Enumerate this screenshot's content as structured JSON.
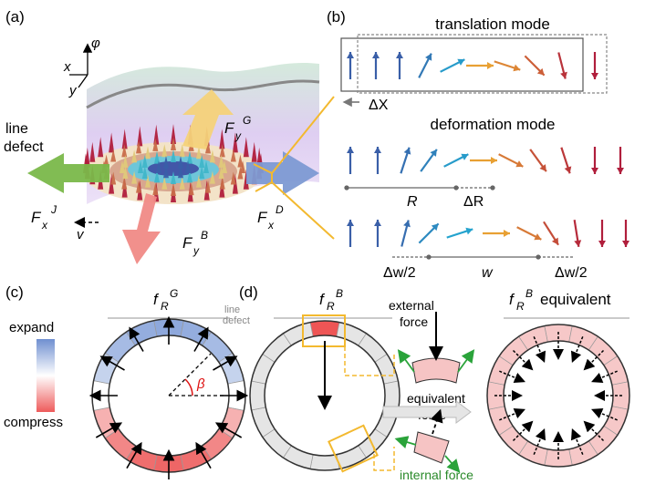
{
  "panel_a": {
    "label": "(a)",
    "axis_phi": "φ",
    "axis_x": "x",
    "axis_y": "y",
    "line_defect_1": "line",
    "line_defect_2": "defect",
    "force_G": "F",
    "force_G_sub": "y",
    "force_G_sup": "G",
    "force_J": "F",
    "force_J_sub": "x",
    "force_J_sup": "J",
    "force_D": "F",
    "force_D_sub": "x",
    "force_D_sup": "D",
    "force_B": "F",
    "force_B_sub": "y",
    "force_B_sup": "B",
    "velocity": "v"
  },
  "panel_b": {
    "label": "(b)",
    "translation_title": "translation mode",
    "delta_x": "ΔX",
    "deformation_title": "deformation mode",
    "r_label": "R",
    "delta_r": "ΔR",
    "half_dw_left": "Δw/2",
    "w_label": "w",
    "half_dw_right": "Δw/2"
  },
  "panel_c": {
    "label": "(c)",
    "title": "f",
    "title_sub": "R",
    "title_sup": "G",
    "line_defect_1": "line",
    "line_defect_2": "defect",
    "beta": "β",
    "colorbar_top": "expand",
    "colorbar_bottom": "compress"
  },
  "panel_d": {
    "label": "(d)",
    "title": "f",
    "title_sub": "R",
    "title_sup": "B",
    "external_force_1": "external",
    "external_force_2": "force",
    "equivalent_force_1": "equivalent",
    "equivalent_force_2": "force",
    "internal_force": "internal force",
    "equiv_title": "f",
    "equiv_title_sub": "R",
    "equiv_title_sup": "B",
    "equiv_title_suffix": "equivalent"
  },
  "colors": {
    "spin_up": "#3a5fa8",
    "spin_down": "#b01e3c",
    "cyan": "#1fb4d8",
    "orange": "#e8a033",
    "expand": "#7f9cd6",
    "compress": "#ef6b6b",
    "green_arrow": "#7ab84a",
    "blue_arrow": "#7d9ad3",
    "yellow_arrow": "#f4d27a",
    "red_arrow": "#f08a86",
    "orange_line": "#f3b92f",
    "green_force": "#2aa33a"
  }
}
